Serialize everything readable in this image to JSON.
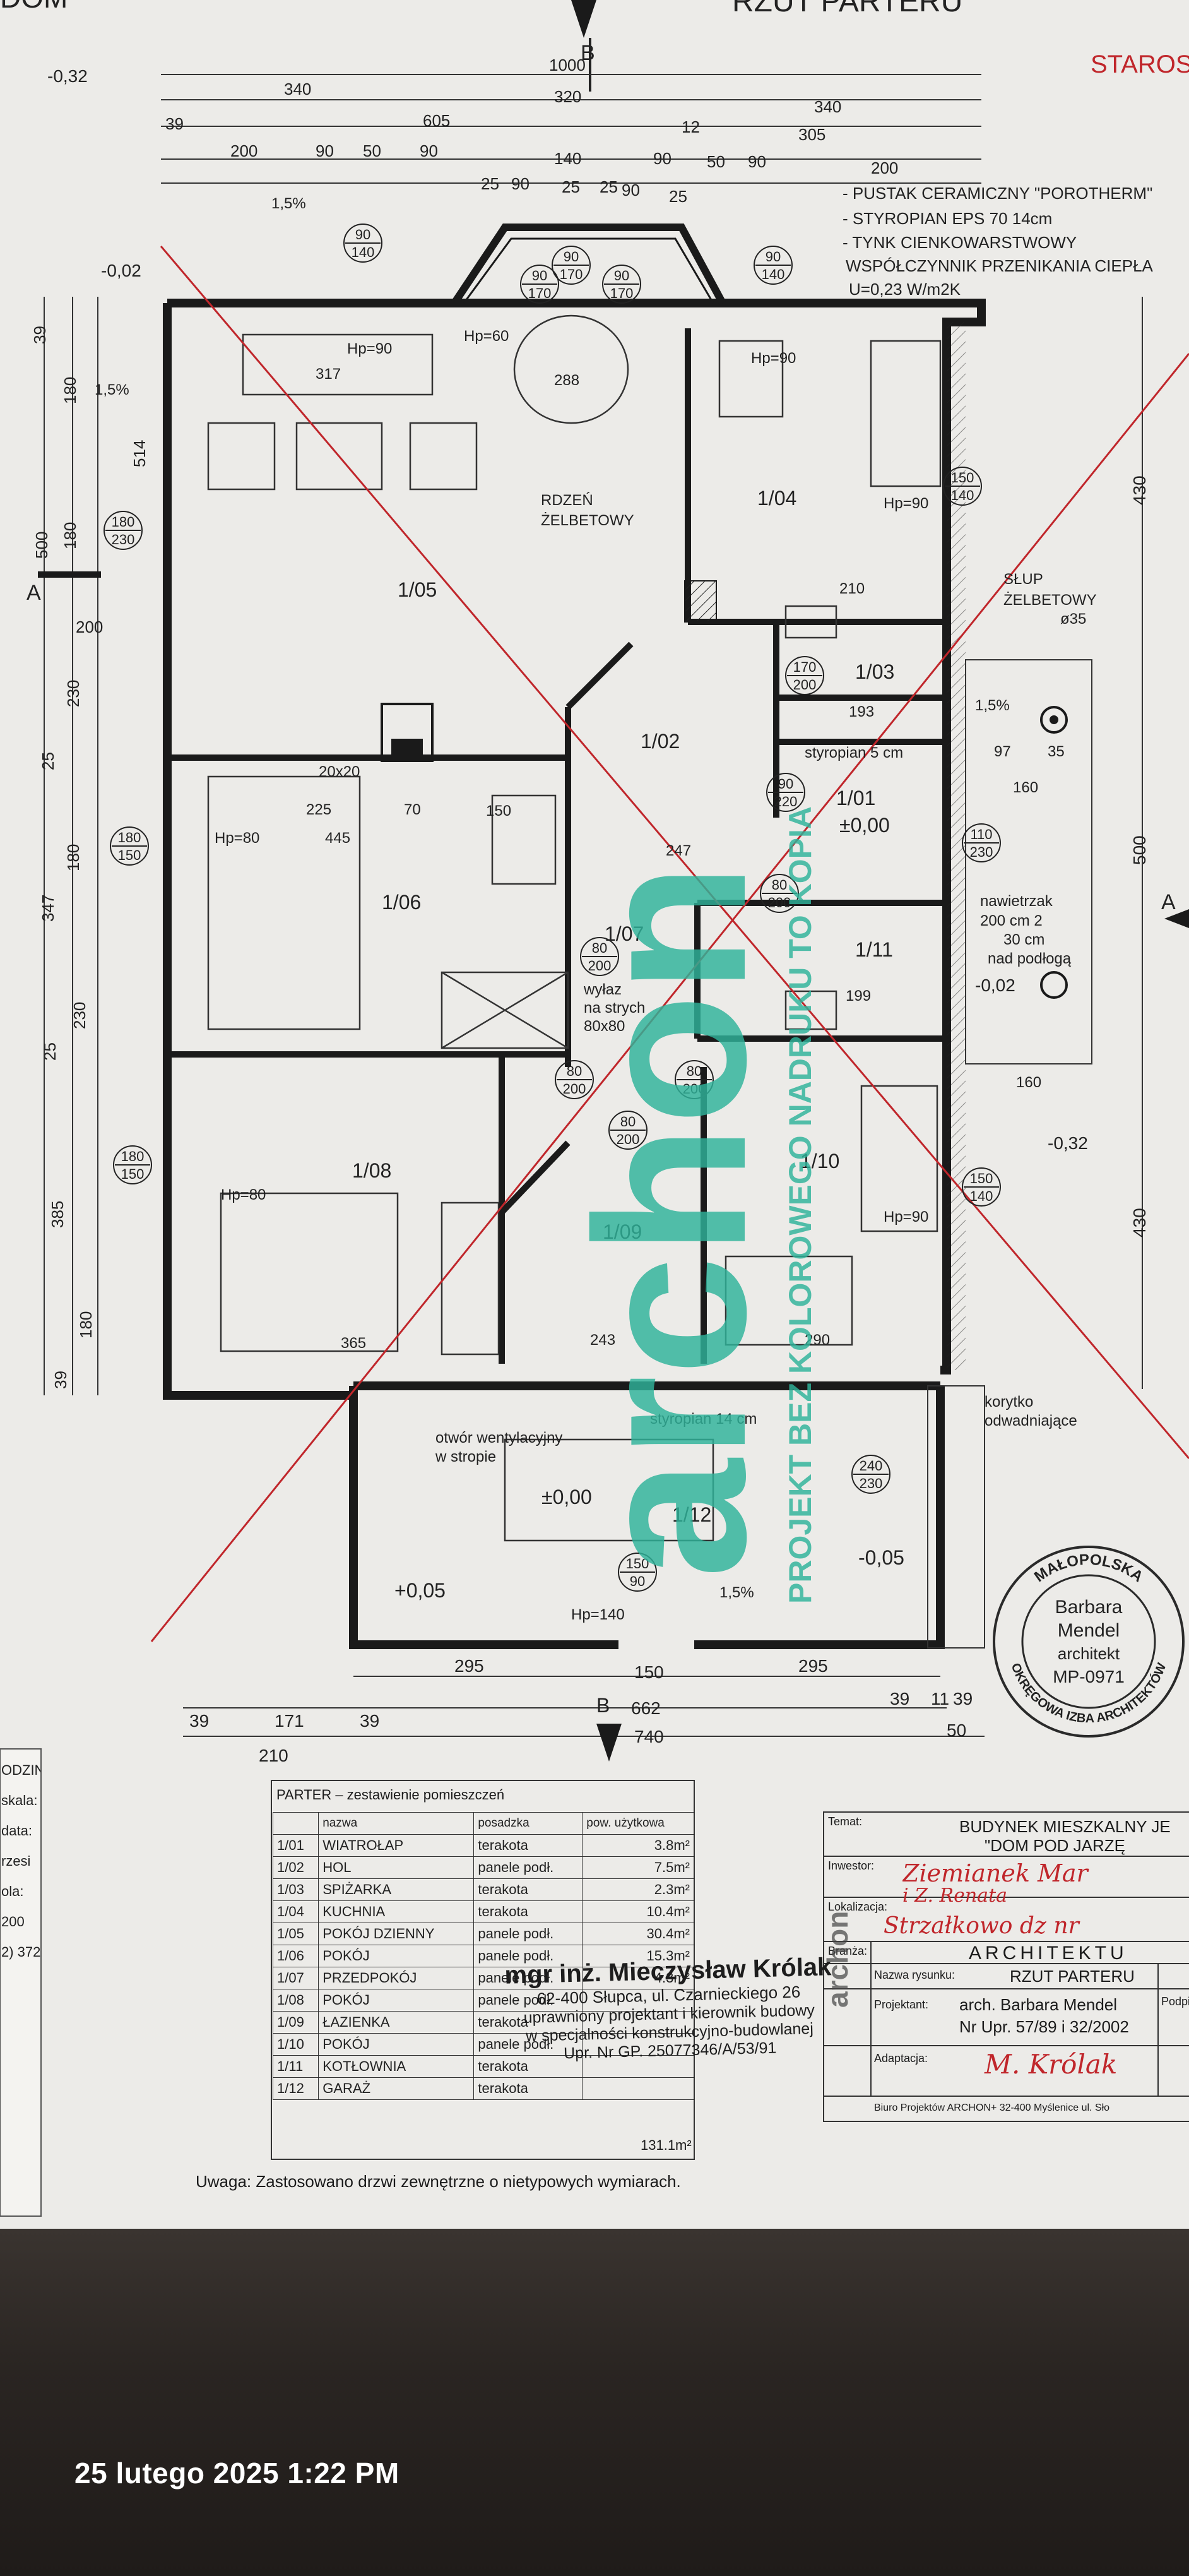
{
  "header": {
    "left_title_partial": "DOM",
    "center_title": "RZUT PARTERU",
    "right_title_partial": "STAROS",
    "section_mark": "B"
  },
  "levels": {
    "top_left": "-0,32",
    "left": "-0,02",
    "right_bottom": "-0,32",
    "right_mid": "-0,02",
    "garage_floor": "±0,00",
    "garage_left": "+0,05",
    "garage_right": "-0,05",
    "room_101": "±0,00"
  },
  "wall_spec": {
    "line1": "- PUSTAK CERAMICZNY \"POROTHERM\"",
    "line2": "- STYROPIAN EPS 70  14cm",
    "line3": "- TYNK CIENKOWARSTWOWY",
    "line4": "WSPÓŁCZYNNIK PRZENIKANIA CIEPŁA",
    "line5": "U=0,23 W/m2K"
  },
  "dims_top": {
    "d1000": "1000",
    "d340a": "340",
    "d320": "320",
    "d340b": "340",
    "d605": "605",
    "d12": "12",
    "d305": "305",
    "row4": [
      "200",
      "90",
      "50",
      "90",
      "140",
      "90",
      "50",
      "90",
      "200"
    ],
    "row5": [
      "25",
      "90",
      "25",
      "25",
      "90",
      "25"
    ],
    "d39": "39"
  },
  "dims_left": [
    "39",
    "180",
    "514",
    "500",
    "180",
    "230",
    "200",
    "25",
    "347",
    "180",
    "230",
    "25",
    "385",
    "180",
    "39"
  ],
  "dims_right": [
    "430",
    "500",
    "430"
  ],
  "dims_bottom": {
    "d295a": "295",
    "d150": "150",
    "d295b": "295",
    "d39a": "39",
    "d171": "171",
    "d39b": "39",
    "d662": "662",
    "d39c": "39",
    "d11": "11",
    "d39d": "39",
    "d210": "210",
    "d740": "740",
    "d50": "50"
  },
  "rooms": {
    "r101": "1/01",
    "r102": "1/02",
    "r103": "1/03",
    "r104": "1/04",
    "r105": "1/05",
    "r106": "1/06",
    "r107": "1/07",
    "r108": "1/08",
    "r109": "1/09",
    "r110": "1/10",
    "r111": "1/11",
    "r112": "1/12"
  },
  "annotations": {
    "core": "RDZEŃ",
    "core2": "ŻELBETOWY",
    "column": "SŁUP",
    "column2": "ŻELBETOWY",
    "column_dia": "ø35",
    "vent": "nawietrzak",
    "vent2": "200 cm 2",
    "vent3": "30 cm",
    "vent4": "nad podłogą",
    "attic_exit": "wyłaz",
    "attic_exit2": "na strych",
    "attic_exit3": "80x80",
    "ceiling_vent": "otwór wentylacyjny",
    "ceiling_vent2": "w stropie",
    "styro5": "styropian 5 cm",
    "styro14": "styropian 14 cm",
    "gutter": "korytko",
    "gutter2": "odwadniające",
    "slope": "1,5%",
    "hp90": "Hp=90",
    "hp60": "Hp=60",
    "hp80": "Hp=80",
    "hp140": "Hp=140",
    "chimney": "20x20",
    "d317": "317",
    "d288": "288",
    "d225": "225",
    "d70": "70",
    "d150": "150",
    "d445": "445",
    "d247": "247",
    "d193": "193",
    "d199": "199",
    "d365": "365",
    "d243": "243",
    "d290": "290",
    "d160a": "160",
    "d160b": "160",
    "d97": "97",
    "d35": "35",
    "d210": "210"
  },
  "openings": [
    {
      "top": "90",
      "bot": "140"
    },
    {
      "top": "90",
      "bot": "170"
    },
    {
      "top": "90",
      "bot": "170"
    },
    {
      "top": "90",
      "bot": "170"
    },
    {
      "top": "90",
      "bot": "140"
    },
    {
      "top": "150",
      "bot": "140"
    },
    {
      "top": "180",
      "bot": "230"
    },
    {
      "top": "170",
      "bot": "200"
    },
    {
      "top": "90",
      "bot": "220"
    },
    {
      "top": "110",
      "bot": "230"
    },
    {
      "top": "180",
      "bot": "150"
    },
    {
      "top": "80",
      "bot": "200"
    },
    {
      "top": "80",
      "bot": "200"
    },
    {
      "top": "180",
      "bot": "150"
    },
    {
      "top": "80",
      "bot": "200"
    },
    {
      "top": "80",
      "bot": "200"
    },
    {
      "top": "80",
      "bot": "200"
    },
    {
      "top": "150",
      "bot": "140"
    },
    {
      "top": "240",
      "bot": "230"
    },
    {
      "top": "150",
      "bot": "90"
    }
  ],
  "watermark": {
    "brand": "archon",
    "note": "PROJEKT BEZ KOLOROWEGO NADRUKU TO KOPIA"
  },
  "architect_seal": {
    "ring_top": "MAŁOPOLSKA",
    "ring_bottom": "OKRĘGOWA IZBA ARCHITEKTÓW",
    "name1": "Barbara",
    "name2": "Mendel",
    "title": "architekt",
    "number": "MP-0971"
  },
  "room_table": {
    "title": "PARTER  –  zestawienie pomieszczeń",
    "headers": [
      "",
      "nazwa",
      "posadzka",
      "pow. użytkowa"
    ],
    "rows": [
      [
        "1/01",
        "WIATROŁAP",
        "terakota",
        "3.8m²"
      ],
      [
        "1/02",
        "HOL",
        "panele podł.",
        "7.5m²"
      ],
      [
        "1/03",
        "SPIŻARKA",
        "terakota",
        "2.3m²"
      ],
      [
        "1/04",
        "KUCHNIA",
        "terakota",
        "10.4m²"
      ],
      [
        "1/05",
        "POKÓJ DZIENNY",
        "panele podł.",
        "30.4m²"
      ],
      [
        "1/06",
        "POKÓJ",
        "panele podł.",
        "15.3m²"
      ],
      [
        "1/07",
        "PRZEDPOKÓJ",
        "panele podł.",
        "4.3m²"
      ],
      [
        "1/08",
        "POKÓJ",
        "panele podł.",
        ""
      ],
      [
        "1/09",
        "ŁAZIENKA",
        "terakota",
        ""
      ],
      [
        "1/10",
        "POKÓJ",
        "panele podł.",
        ""
      ],
      [
        "1/11",
        "KOTŁOWNIA",
        "terakota",
        ""
      ],
      [
        "1/12",
        "GARAŻ",
        "terakota",
        ""
      ]
    ],
    "total": "131.1m²",
    "note": "Uwaga: Zastosowano drzwi zewnętrzne o nietypowych wymiarach."
  },
  "engineer_stamp": {
    "line1": "mgr inż. Mieczysław Królak",
    "line2": "62-400 Słupca, ul. Czarnieckiego 26",
    "line3": "uprawniony projektant i kierownik budowy",
    "line4": "w specjalności konstrukcyjno-budowlanej",
    "line5": "Upr. Nr GP. 25077346/A/53/91"
  },
  "title_block": {
    "temat_label": "Temat:",
    "temat1": "BUDYNEK MIESZKALNY JE",
    "temat2": "\"DOM POD JARZĘ",
    "inwestor_label": "Inwestor:",
    "inwestor1": "Ziemianek Mar",
    "inwestor2": "i Z. Renata",
    "lokalizacja_label": "Lokalizacja:",
    "lokalizacja": "Strzałkowo dz nr",
    "branza_label": "Branża:",
    "branza": "ARCHITEKTU",
    "nazwa_label": "Nazwa rysunku:",
    "nazwa": "RZUT PARTERU",
    "podpis_label": "Podpis",
    "projektant_label": "Projektant:",
    "projektant1": "arch. Barbara Mendel",
    "projektant2": "Nr Upr. 57/89 i 32/2002",
    "adaptacja_label": "Adaptacja:",
    "adaptacja": "M. Królak",
    "biuro": "Biuro Projektów ARCHON+  32-400 Myślenice ul. Sło",
    "archon_side": "archon"
  },
  "left_strip": [
    "ODZIN",
    "skala:",
    "data:",
    "rzesi",
    "ola:",
    "200",
    "2) 372"
  ],
  "photo": {
    "timestamp": "25 lutego 2025 1:22 PM"
  },
  "colors": {
    "paper": "#ecebe8",
    "ink": "#1e1e1e",
    "watermark": "#2fb39a",
    "redline": "#c0262b",
    "floor": "#2a2522"
  }
}
